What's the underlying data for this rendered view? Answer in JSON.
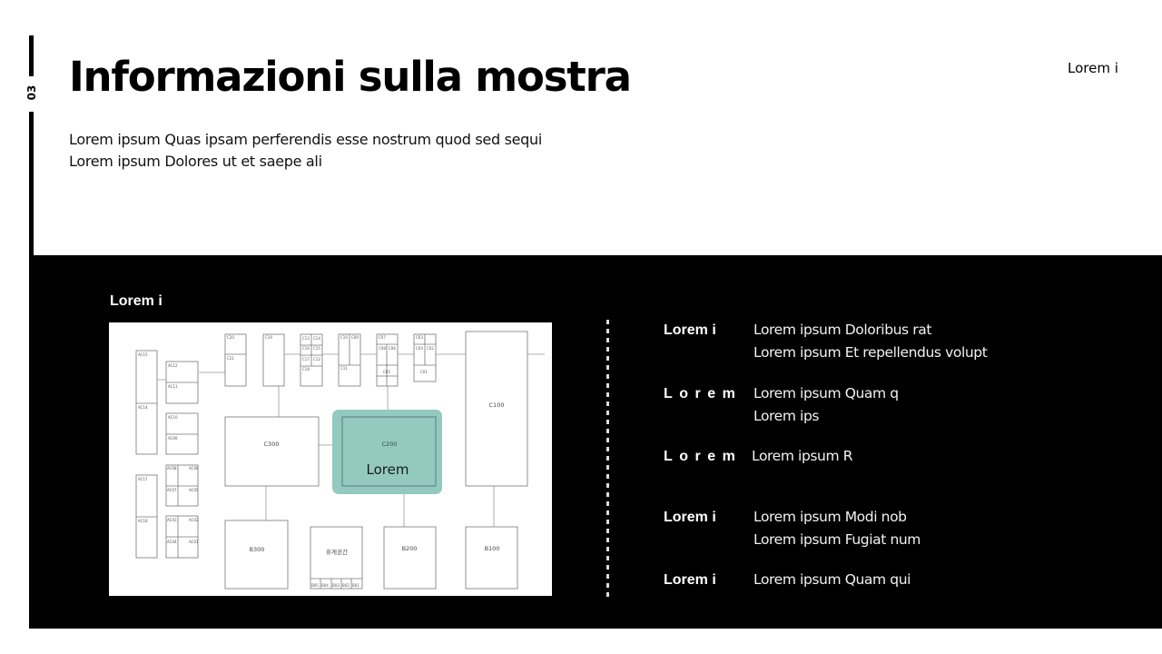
{
  "page": {
    "number": "03",
    "title": "Informazioni sulla mostra",
    "subtitle_lines": [
      "Lorem ipsum Quas ipsam perferendis esse nostrum quod sed sequi",
      "Lorem ipsum Dolores ut et saepe ali"
    ],
    "top_right_label": "Lorem i"
  },
  "map": {
    "label": "Lorem i",
    "highlight": {
      "room": "C200",
      "label": "Lorem",
      "color": "#93c9bf"
    },
    "rooms": {
      "ac": [
        "AC15",
        "AC14",
        "AC12",
        "AC11",
        "AC10",
        "AC09",
        "AC17",
        "AC18",
        "AC08",
        "AC06",
        "AC07",
        "AC05",
        "AC03",
        "AC02",
        "AC04",
        "AC01"
      ],
      "c_top": [
        "C20",
        "C21",
        "C19",
        "C13",
        "C14",
        "C16",
        "C15",
        "C17",
        "C12",
        "C18",
        "C10",
        "C09",
        "C11",
        "C07",
        "C08",
        "C06",
        "C05",
        "C03",
        "C04",
        "C02",
        "C01"
      ],
      "c_large": [
        "C300",
        "C200",
        "C100"
      ],
      "b": [
        "B300",
        "B200",
        "B100"
      ],
      "rest_area": "휴게공간",
      "b_small": [
        "B05",
        "B04",
        "B03",
        "B02",
        "B01"
      ]
    }
  },
  "info": [
    {
      "key": "Lorem i",
      "spaced": false,
      "lines": [
        "Lorem ipsum Doloribus rat",
        "Lorem ipsum Et repellendus volupt"
      ]
    },
    {
      "key": "Lorem",
      "spaced": true,
      "lines": [
        "Lorem ipsum Quam q",
        "Lorem ips"
      ]
    },
    {
      "key": "Lorem",
      "spaced": true,
      "lines": [
        "Lorem ipsum R"
      ]
    },
    {
      "key": "Lorem i",
      "spaced": false,
      "lines": [
        "Lorem ipsum Modi nob",
        "Lorem ipsum Fugiat num"
      ]
    },
    {
      "key": "Lorem i",
      "spaced": false,
      "lines": [
        "Lorem ipsum Quam qui"
      ]
    }
  ]
}
